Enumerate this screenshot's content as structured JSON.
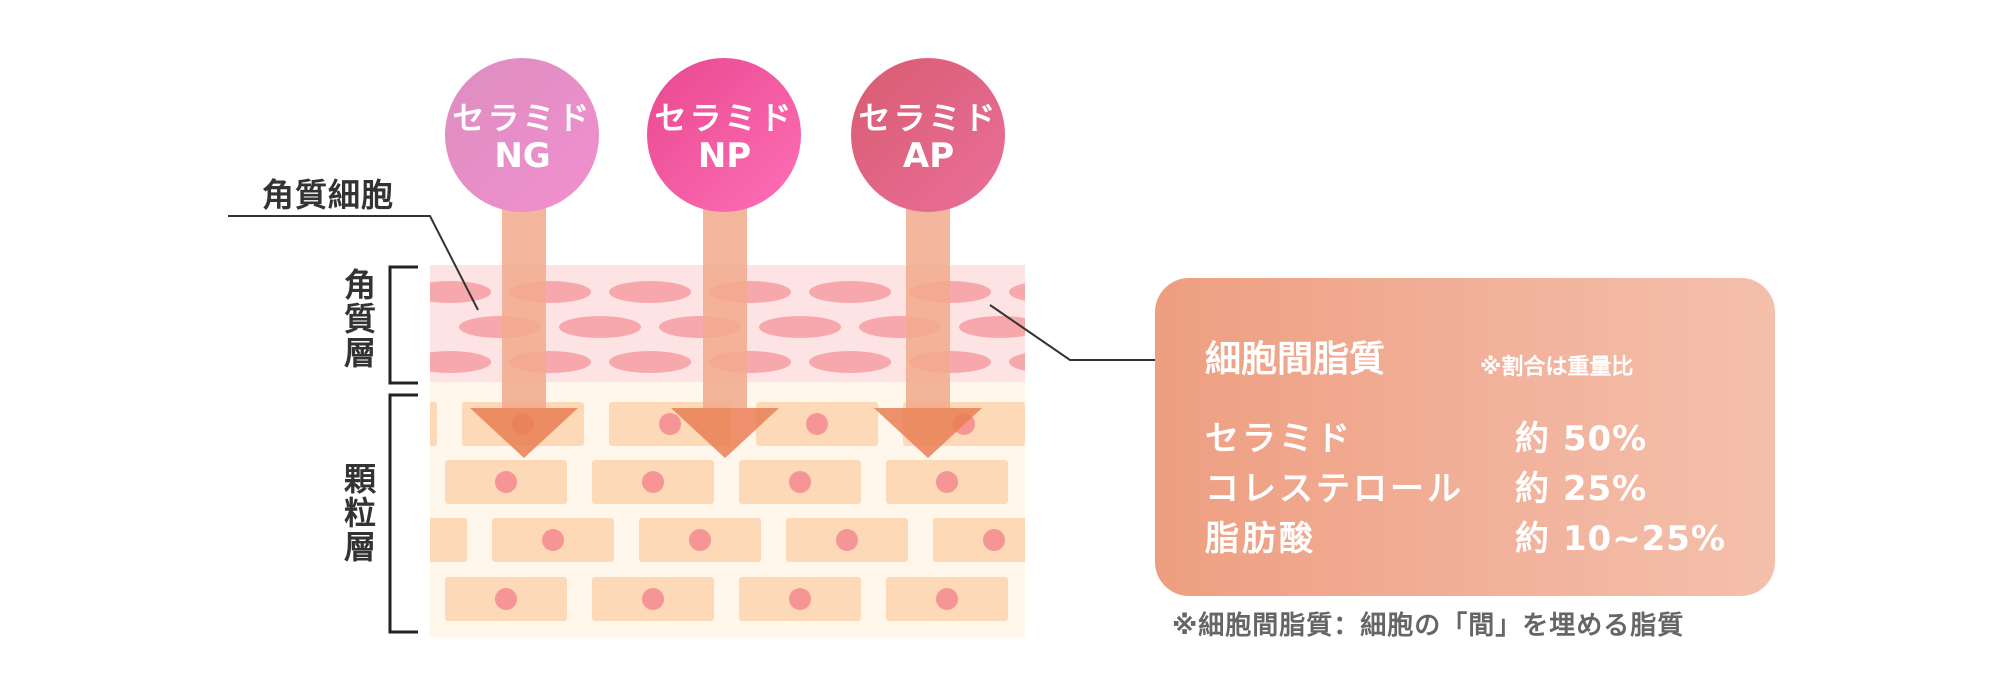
{
  "ceramides": [
    {
      "line1": "セラミド",
      "line2": "NG"
    },
    {
      "line1": "セラミド",
      "line2": "NP"
    },
    {
      "line1": "セラミド",
      "line2": "AP"
    }
  ],
  "labels": {
    "keratinocyte": "角質細胞",
    "stratum_corneum": "角質層",
    "granular_layer": "顆粒層"
  },
  "lipid_panel": {
    "title": "細胞間脂質",
    "note": "※割合は重量比",
    "rows": [
      {
        "name": "セラミド",
        "value": "約 50%"
      },
      {
        "name": "コレステロール",
        "value": "約 25%"
      },
      {
        "name": "脂肪酸",
        "value": "約 10~25%"
      }
    ]
  },
  "footnote": "※細胞間脂質：細胞の「間」を埋める脂質",
  "colors": {
    "circle_ng": "#ea8fc3",
    "circle_np": "#f5579f",
    "circle_ap": "#e06a8a",
    "arrow": "#ef8e6a",
    "arrow_shaft": "#f3b49a",
    "corneum_band": "#fde0e0",
    "corneum_cell": "#f7a8ac",
    "granular_bg": "#fff6ec",
    "granular_cell": "#fdd9b8",
    "nucleus": "#f69595",
    "panel": "#f0a98f"
  }
}
